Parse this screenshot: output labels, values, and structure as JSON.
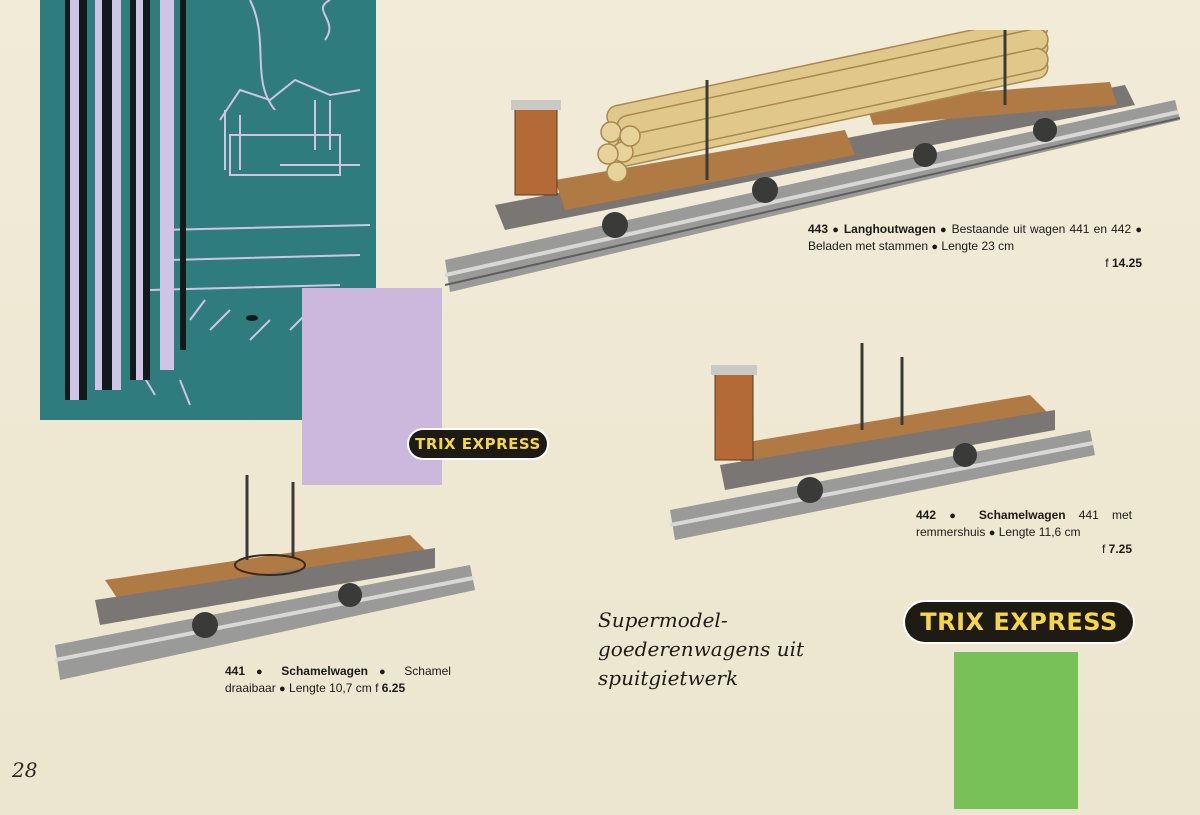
{
  "page_number": "28",
  "brand_logo": "TRIX EXPRESS",
  "colors": {
    "background": "#efe9d6",
    "forest_teal": "#2e7c7e",
    "lilac_swatch": "#cbb8dc",
    "green_swatch": "#78c158",
    "logo_bg": "#1e1a14",
    "logo_text": "#f5d54a",
    "wagon_deck": "#b7814c",
    "logs": "#e1c88a"
  },
  "products": [
    {
      "number": "443",
      "name": "Langhoutwagen",
      "line1": "Bestaande uit wagen 441",
      "line2a": "en 442",
      "line2b": "Beladen met stammen",
      "line2c": "Lengte 23 cm",
      "price_prefix": "f",
      "price": "14.25"
    },
    {
      "number": "442",
      "name": "Schamelwagen",
      "line1": "441 met",
      "line2a": "remmershuis",
      "line2b": "Lengte 11,6 cm",
      "price_prefix": "f",
      "price": "7.25"
    },
    {
      "number": "441",
      "name": "Schamelwagen",
      "line1": "Schamel",
      "line2a": "draaibaar",
      "line2b": "Lengte 10,7 cm f",
      "price": "6.25"
    }
  ],
  "script_text": {
    "line1": "Supermodel-",
    "line2": "goederenwagens uit",
    "line3": "spuitgietwerk"
  },
  "bullet": "●"
}
